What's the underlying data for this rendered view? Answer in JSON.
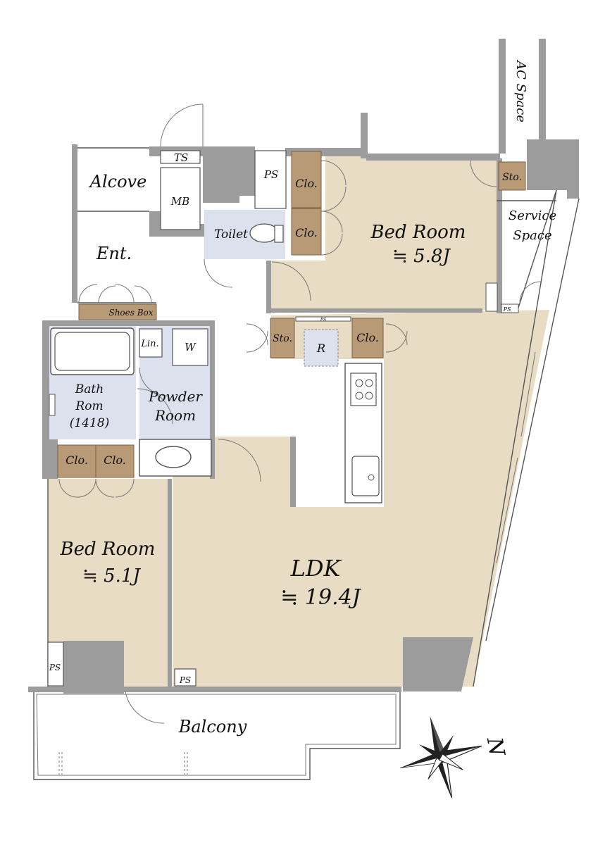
{
  "rooms": {
    "ldk_name": "LDK",
    "ldk_size": "≒ 19.4J",
    "bed_north_name": "Bed Room",
    "bed_north_size": "≒ 5.8J",
    "bed_south_name": "Bed Room",
    "bed_south_size": "≒ 5.1J",
    "balcony": "Balcony",
    "alcove": "Alcove",
    "entrance": "Ent.",
    "toilet": "Toilet",
    "bath_line1": "Bath",
    "bath_line2": "Rom",
    "bath_line3": "(1418)",
    "powder_line1": "Powder",
    "powder_line2": "Room",
    "service_line1": "Service",
    "service_line2": "Space",
    "ac_space": "AC Space"
  },
  "fixtures": {
    "ts": "TS",
    "mb": "MB",
    "ps": "PS",
    "clo": "Clo.",
    "sto": "Sto.",
    "shoes_box": "Shoes Box",
    "linen": "Lin.",
    "washer": "W",
    "fridge": "R"
  },
  "compass": {
    "north": "N",
    "colors": {
      "dark": "#222222",
      "light": "#ffffff"
    }
  },
  "colors": {
    "room_floor": "#e9dcc4",
    "wet_area": "#dde1ee",
    "closet": "#b89a77",
    "wall": "#9c9c9c"
  }
}
